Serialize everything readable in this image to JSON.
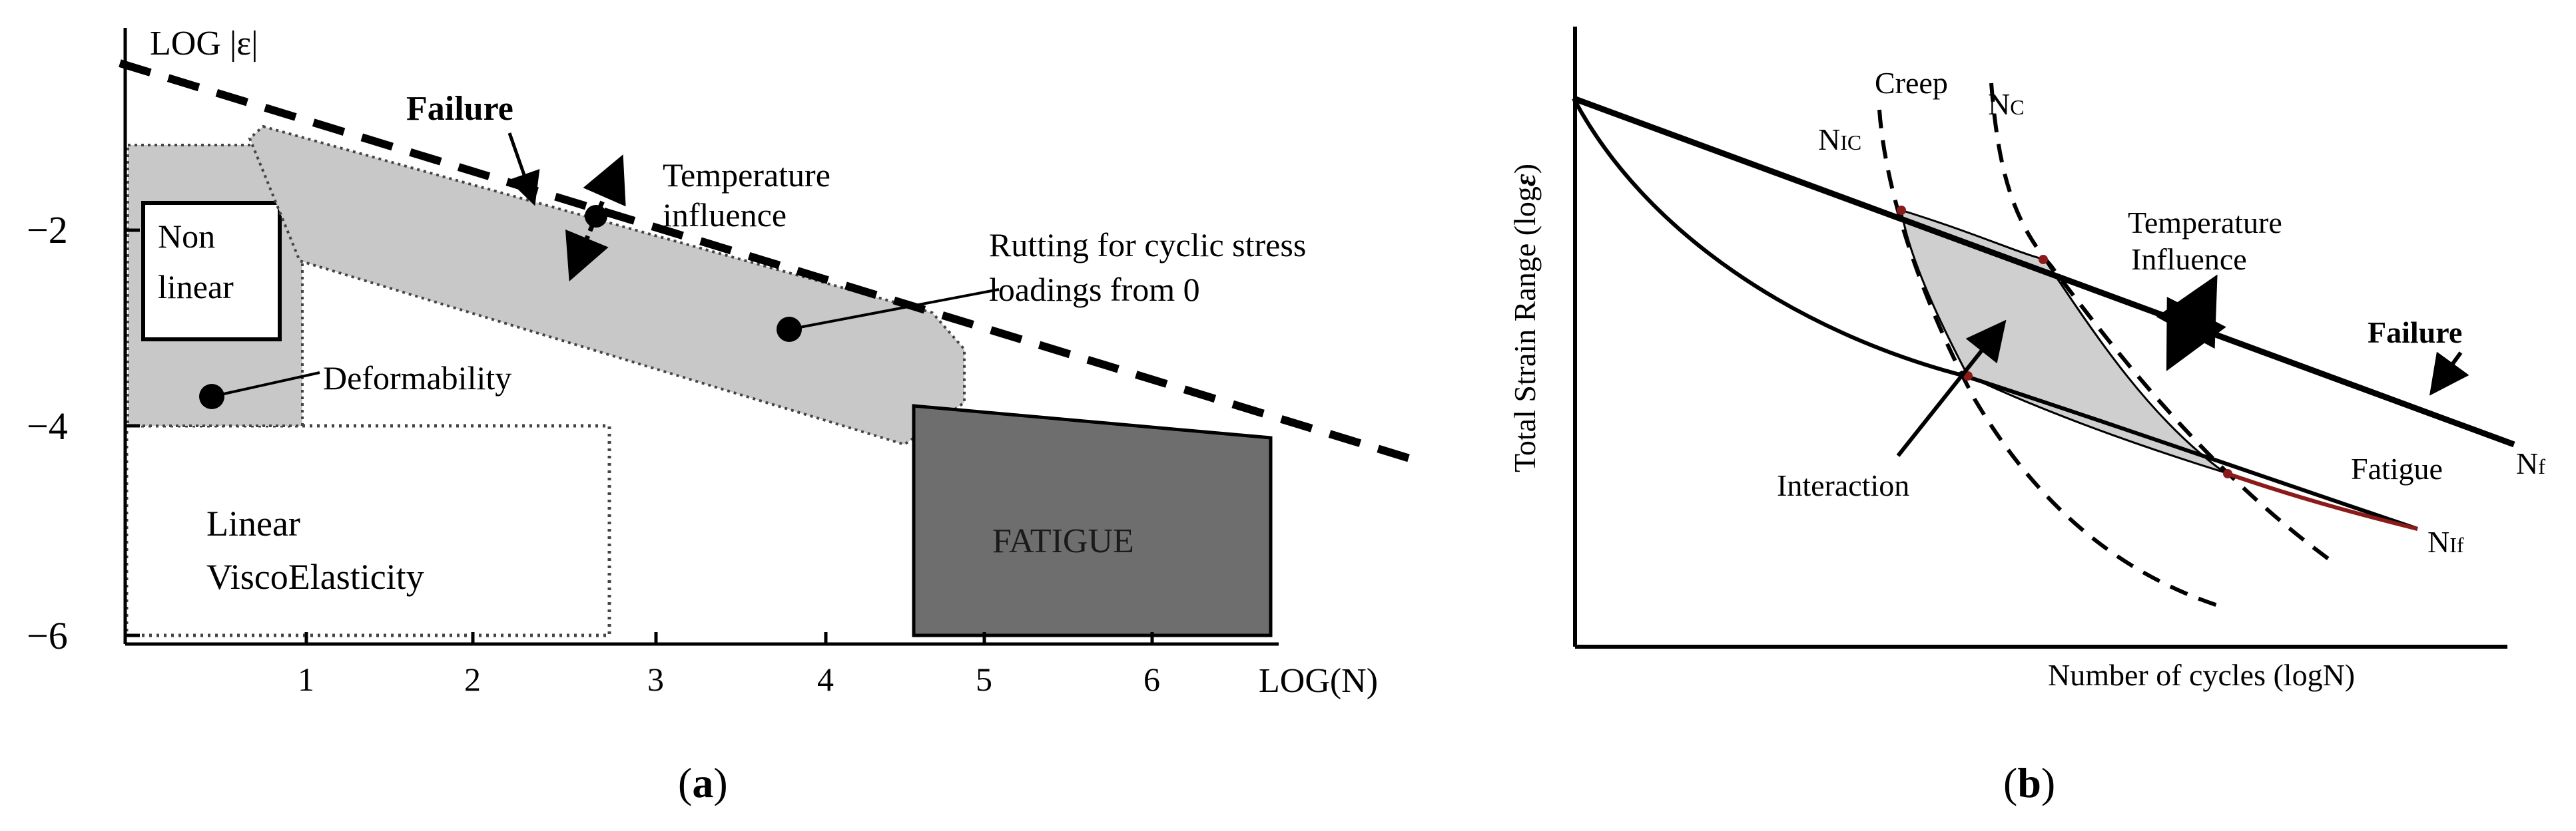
{
  "panel_a": {
    "y_axis_label": "LOG |ε|",
    "x_axis_label": "LOG(N)",
    "x_ticks": [
      "1",
      "2",
      "3",
      "4",
      "5",
      "6"
    ],
    "y_ticks": [
      "−2",
      "−4",
      "−6"
    ],
    "failure_label": "Failure",
    "temperature_label_1": "Temperature",
    "temperature_label_2": "influence",
    "rutting_label_1": "Rutting for cyclic stress",
    "rutting_label_2": "loadings from 0",
    "nonlinear_label_1": "Non",
    "nonlinear_label_2": "linear",
    "deformability_label": "Deformability",
    "linear_label_1": "Linear",
    "linear_label_2": "ViscoElasticity",
    "fatigue_label": "FATIGUE",
    "caption_open": "(",
    "caption_letter": "a",
    "caption_close": ")"
  },
  "panel_b": {
    "y_axis_label_prefix": "Total Strain Range (log",
    "y_axis_label_symbol": "ε",
    "y_axis_label_suffix": ")",
    "x_axis_label": "Number of cycles (logN)",
    "creep_label": "Creep",
    "nic_main": "N",
    "nic_sub": "IC",
    "nc_main": "N",
    "nc_sub": "C",
    "temperature_label_1": "Temperature",
    "temperature_label_2": "Influence",
    "failure_label": "Failure",
    "fatigue_label": "Fatigue",
    "nf_main": "N",
    "nf_sub": "f",
    "nif_main": "N",
    "nif_sub": "If",
    "interaction_label": "Interaction",
    "caption_open": "(",
    "caption_letter": "b",
    "caption_close": ")"
  },
  "colors": {
    "band_fill": "#c8c8c8",
    "fatigue_fill": "#6e6e6e",
    "interaction_fill": "#cfcfcf",
    "marker": "#8b1a1a"
  }
}
